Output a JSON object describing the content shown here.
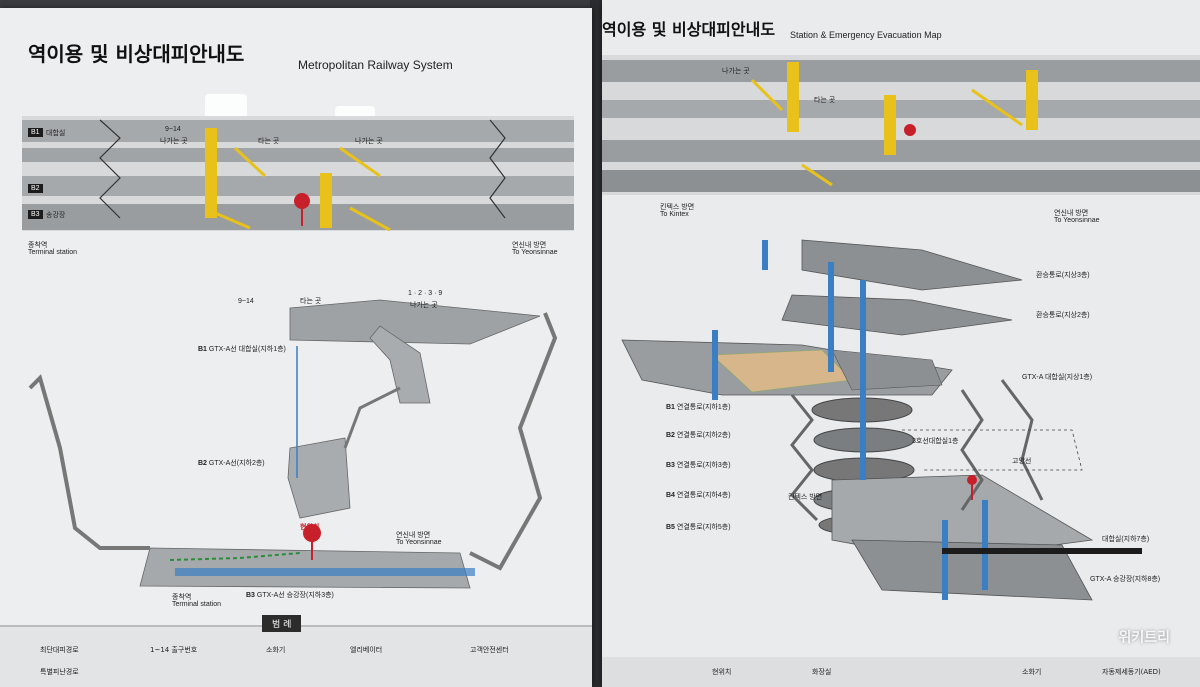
{
  "left_poster": {
    "title_ko": "역이용 및 비상대피안내도",
    "title_en": "Metropolitan Railway System",
    "floors": {
      "b1": "B1",
      "b2": "B2",
      "b3": "B3"
    },
    "b1_room": "대합실",
    "b3_platform": "송강장",
    "exit_label": "나가는 곳",
    "board_label": "타는 곳",
    "terminal_ko": "종착역",
    "terminal_en": "Terminal station",
    "yeonsinnae_ko": "연신내 방면",
    "yeonsinnae_en": "To Yeonsinnae",
    "gtx_b1": "GTX-A선 대합실(지하1층)",
    "gtx_b2": "GTX-A선(지하2층)",
    "gtx_b3": "GTX-A선 승강장(지하3층)",
    "exit_range": "9~14",
    "exit_nums": "1 · 2 · 3 · 9",
    "here_badge": "현위치",
    "legend_title": "범 례",
    "legend_items": [
      "최단대피경로",
      "1~14 출구번호",
      "소화기",
      "엘리베이터",
      "고객안전센터",
      "특별피난경로"
    ]
  },
  "right_poster": {
    "title_ko": "역이용 및 비상대피안내도",
    "title_en": "Station & Emergency Evacuation Map",
    "to_kintex_ko": "킨텍스 방면",
    "to_kintex_en": "To Kintex",
    "to_yeonsinnae_ko": "연신내 방면",
    "to_yeonsinnae_en": "To Yeonsinnae",
    "exit_label": "나가는 곳",
    "board_label": "타는 곳",
    "transfer_3f": "환승통로(지상3층)",
    "transfer_2f": "환승통로(지상2층)",
    "gtx_1f": "GTX-A 대합실(지상1층)",
    "b1": "연결통로(지하1층)",
    "b2": "연결통로(지하2층)",
    "b3": "연결통로(지하3층)",
    "b4": "연결통로(지하4층)",
    "b5": "연결통로(지하5층)",
    "line3": "3호선대합실1층",
    "goyang": "고양선",
    "kintex_dir": "킨텍스 방면",
    "waiting_b7": "대합실(지하7층)",
    "platform_b8": "GTX-A 승강장(지하8층)",
    "legend_items": [
      "현위치",
      "화장실",
      "소화기",
      "자동제세동기(AED)"
    ]
  },
  "watermark": "위키트리",
  "colors": {
    "escalator": "#e8c21a",
    "here_red": "#c8202a",
    "gtx_blue": "#3a7fc4",
    "floor_gray": "#8d9093"
  }
}
